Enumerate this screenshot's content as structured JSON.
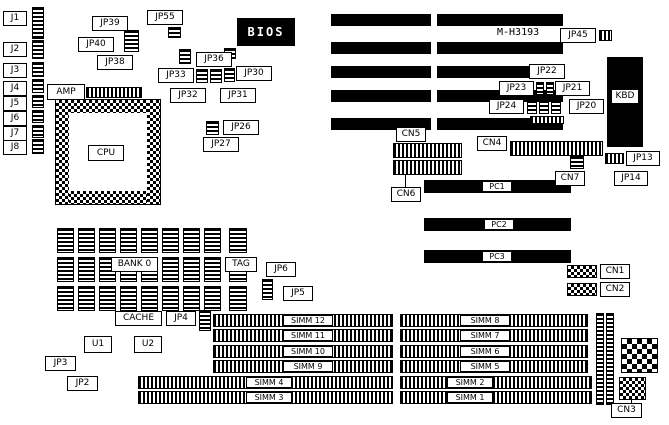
{
  "colors": {
    "ink": "#000000",
    "paper": "#ffffff"
  },
  "board": {
    "model": "M-H3193",
    "edge_connectors": {
      "j1": "J1",
      "j2": "J2",
      "j3": "J3",
      "j4": "J4",
      "j5": "J5",
      "j6": "J6",
      "j7": "J7",
      "j8": "J8"
    },
    "jumpers": {
      "jp2": "JP2",
      "jp3": "JP3",
      "jp4": "JP4",
      "jp5": "JP5",
      "jp6": "JP6",
      "jp13": "JP13",
      "jp14": "JP14",
      "jp20": "JP20",
      "jp21": "JP21",
      "jp22": "JP22",
      "jp23": "JP23",
      "jp24": "JP24",
      "jp26": "JP26",
      "jp27": "JP27",
      "jp30": "JP30",
      "jp31": "JP31",
      "jp32": "JP32",
      "jp33": "JP33",
      "jp36": "JP36",
      "jp38": "JP38",
      "jp39": "JP39",
      "jp40": "JP40",
      "jp45": "JP45",
      "jp55": "JP55"
    },
    "connectors": {
      "cn1": "CN1",
      "cn2": "CN2",
      "cn3": "CN3",
      "cn4": "CN4",
      "cn5": "CN5",
      "cn6": "CN6",
      "cn7": "CN7"
    },
    "power_slots": {
      "pc1": "PC1",
      "pc2": "PC2",
      "pc3": "PC3"
    },
    "chips": {
      "bios": "BIOS",
      "cpu": "CPU",
      "amp": "AMP",
      "kbd": "KBD",
      "bank0": "BANK 0",
      "tag": "TAG",
      "cache": "CACHE",
      "u1": "U1",
      "u2": "U2"
    },
    "simm_slots": {
      "simm1": "SIMM 1",
      "simm2": "SIMM 2",
      "simm3": "SIMM 3",
      "simm4": "SIMM 4",
      "simm5": "SIMM 5",
      "simm6": "SIMM 6",
      "simm7": "SIMM 7",
      "simm8": "SIMM 8",
      "simm9": "SIMM 9",
      "simm10": "SIMM 10",
      "simm11": "SIMM 11",
      "simm12": "SIMM 12"
    }
  }
}
